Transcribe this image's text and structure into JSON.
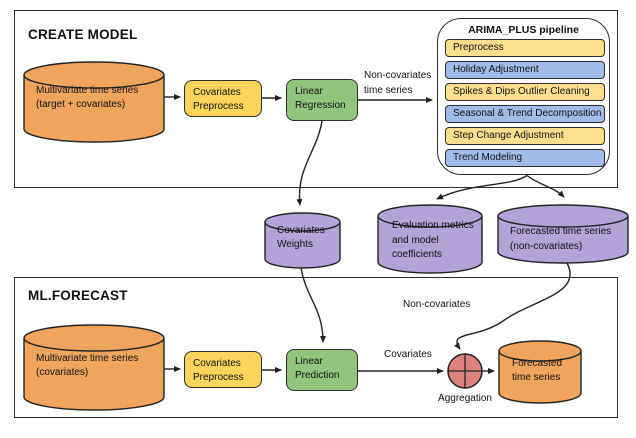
{
  "colors": {
    "orange": "#F0A55E",
    "yellow": "#FBD45C",
    "yellow-light": "#FBDE8E",
    "blue": "#A2BBE8",
    "green": "#93C47D",
    "purple": "#B3A3D6",
    "red": "#DC8080"
  },
  "diagram": {
    "create_model": {
      "title": "CREATE MODEL",
      "source_cylinder": {
        "line1": "Multivariate time series",
        "line2": "(target + covariates)"
      },
      "covariates_preprocess": {
        "line1": "Covariates",
        "line2": "Preprocess"
      },
      "linear_regression": {
        "line1": "Linear",
        "line2": "Regression"
      },
      "arrow_label": {
        "line1": "Non-covariates",
        "line2": "time series"
      },
      "arima_pipeline": {
        "title": "ARIMA_PLUS pipeline",
        "steps": [
          {
            "label": "Preprocess",
            "color": "yellow"
          },
          {
            "label": "Holiday Adjustment",
            "color": "blue"
          },
          {
            "label": "Spikes & Dips Outlier Cleaning",
            "color": "yellow"
          },
          {
            "label": "Seasonal & Trend Decomposition",
            "color": "blue"
          },
          {
            "label": "Step Change Adjustment",
            "color": "yellow"
          },
          {
            "label": "Trend Modeling",
            "color": "blue"
          }
        ]
      }
    },
    "intermediate": {
      "covariates_weights": {
        "line1": "Covariates",
        "line2": "Weights"
      },
      "evaluation_metrics": {
        "line1": "Evaluation metrics",
        "line2": "and model",
        "line3": "coefficients"
      },
      "forecasted_noncovariates": {
        "line1": "Forecasted time series",
        "line2": "(non-covariates)"
      }
    },
    "ml_forecast": {
      "title": "ML.FORECAST",
      "source_cylinder": {
        "line1": "Multivariate time series",
        "line2": "(covariates)"
      },
      "covariates_preprocess": {
        "line1": "Covariates",
        "line2": "Preprocess"
      },
      "linear_prediction": {
        "line1": "Linear",
        "line2": "Prediction"
      },
      "covariates_arrow_label": "Covariates",
      "non_covariates_arrow_label": "Non-covariates",
      "aggregation_label": "Aggregation",
      "forecast_cylinder": {
        "line1": "Forecasted",
        "line2": "time series"
      }
    }
  }
}
